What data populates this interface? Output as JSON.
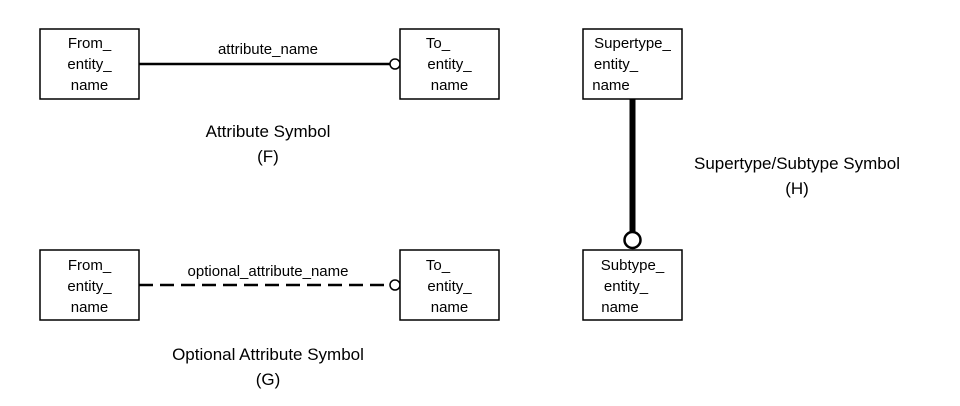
{
  "diagram_f": {
    "from_entity": [
      "From_",
      "entity_",
      "name"
    ],
    "to_entity": [
      "To_",
      "entity_",
      "name"
    ],
    "edge_label": "attribute_name",
    "caption": [
      "Attribute Symbol",
      "(F)"
    ]
  },
  "diagram_g": {
    "from_entity": [
      "From_",
      "entity_",
      "name"
    ],
    "to_entity": [
      "To_",
      "entity_",
      "name"
    ],
    "edge_label": "optional_attribute_name",
    "caption": [
      "Optional Attribute Symbol",
      "(G)"
    ]
  },
  "diagram_h": {
    "supertype_entity": [
      "Supertype_",
      "entity_",
      "name"
    ],
    "subtype_entity": [
      "Subtype_",
      "entity_",
      "name"
    ],
    "caption": [
      "Supertype/Subtype Symbol",
      "(H)"
    ]
  }
}
